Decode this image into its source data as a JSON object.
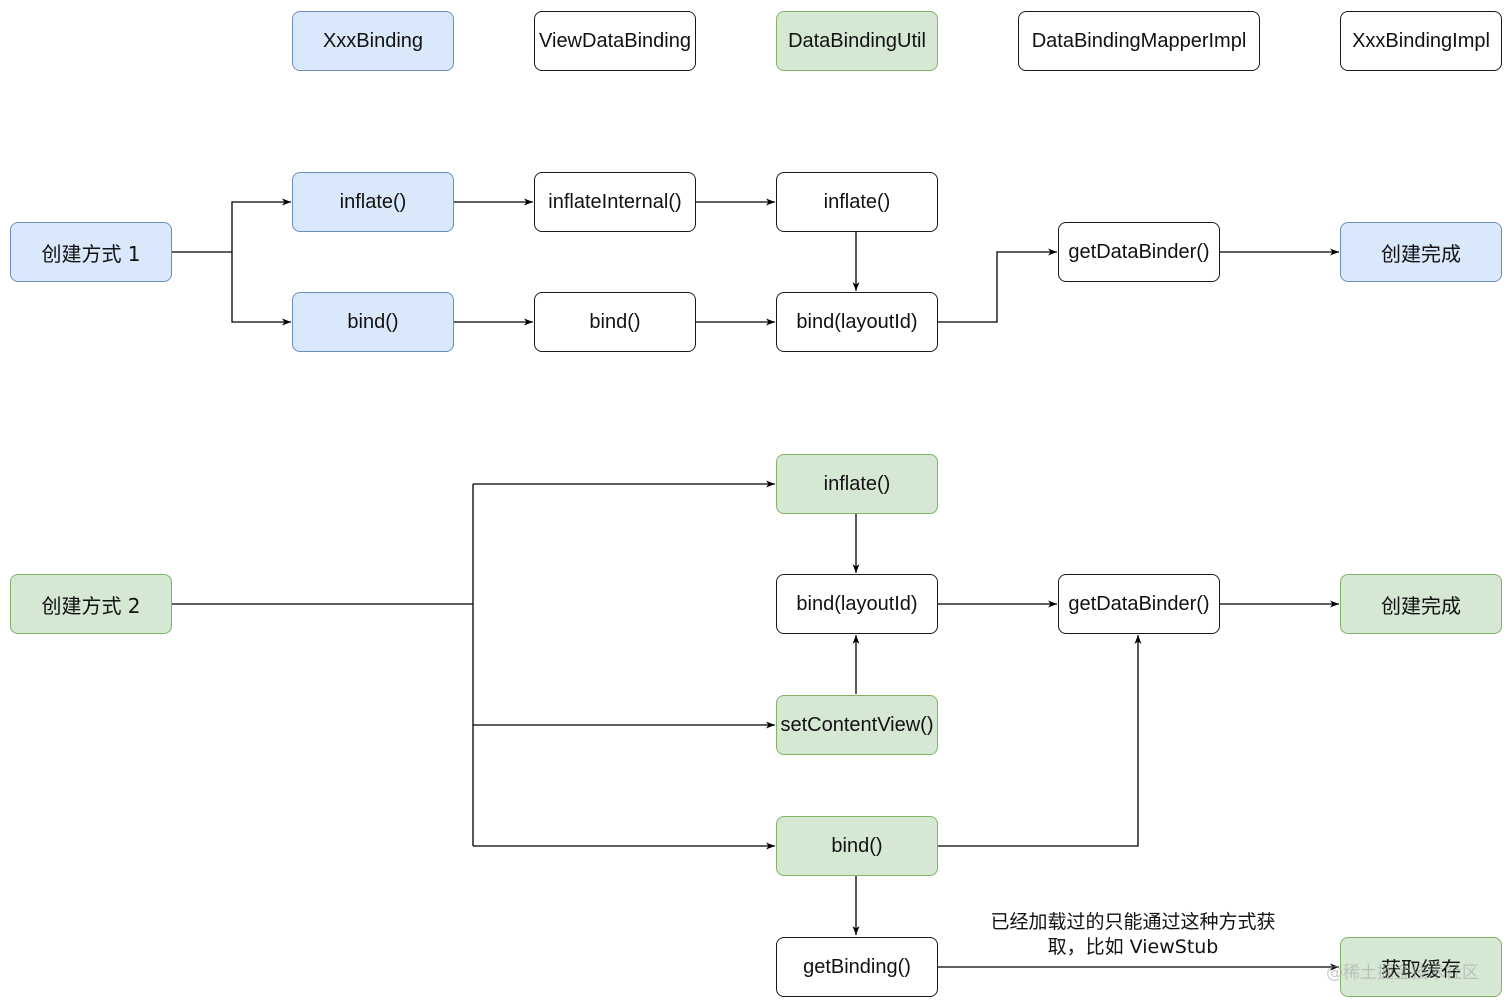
{
  "headers": {
    "xxx_binding": "XxxBinding",
    "view_data_binding": "ViewDataBinding",
    "data_binding_util": "DataBindingUtil",
    "mapper_impl": "DataBindingMapperImpl",
    "xxx_binding_impl": "XxxBindingImpl"
  },
  "flow1": {
    "start": "创建方式 1",
    "inflate": "inflate()",
    "bind": "bind()",
    "inflate_internal": "inflateInternal()",
    "vdb_bind": "bind()",
    "util_inflate": "inflate()",
    "util_bind_layout": "bind(layoutId)",
    "get_data_binder": "getDataBinder()",
    "done": "创建完成"
  },
  "flow2": {
    "start": "创建方式 2",
    "inflate": "inflate()",
    "bind_layout": "bind(layoutId)",
    "set_content_view": "setContentView()",
    "bind": "bind()",
    "get_binding": "getBinding()",
    "get_data_binder": "getDataBinder()",
    "done": "创建完成",
    "cache": "获取缓存",
    "note_line1": "已经加载过的只能通过这种方式获",
    "note_line2": "取，比如 ViewStub"
  },
  "watermark": "@稀土掘金技术社区",
  "colors": {
    "blue_fill": "#dae8fc",
    "blue_stroke": "#6c8ebf",
    "green_fill": "#d5e8d4",
    "green_stroke": "#82b366",
    "line": "#000000"
  }
}
